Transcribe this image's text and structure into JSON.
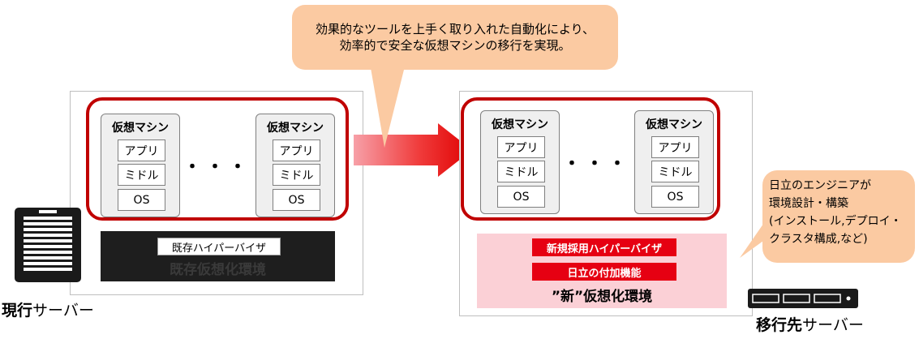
{
  "callout_top": [
    "効果的なツールを上手く取り入れた自動化により、",
    "効率的で安全な仮想マシンの移行を実現。"
  ],
  "callout_right": [
    "日立のエンジニアが",
    "環境設計・構築",
    "(インストール,デプロイ・",
    "クラスタ構成,など)"
  ],
  "vm": {
    "title": "仮想マシン",
    "layers": [
      "アプリ",
      "ミドル",
      "OS"
    ]
  },
  "dots": "・・・・・",
  "left_env": {
    "hypervisor_label": "既存ハイパーバイザ",
    "env_label": "既存仮想化環境"
  },
  "right_env": {
    "hypervisor_label": "新規採用ハイパーバイザ",
    "addon_label": "日立の付加機能",
    "env_label": "”新”仮想化環境"
  },
  "current_server": {
    "bold": "現行",
    "rest": "サーバー"
  },
  "target_server": {
    "bold": "移行先",
    "rest": "サーバー"
  },
  "colors": {
    "accent_red": "#c00000",
    "callout_fill": "#fbcaa2",
    "arrow_red": "#e60000",
    "new_env_fill": "#fbd0d6"
  }
}
